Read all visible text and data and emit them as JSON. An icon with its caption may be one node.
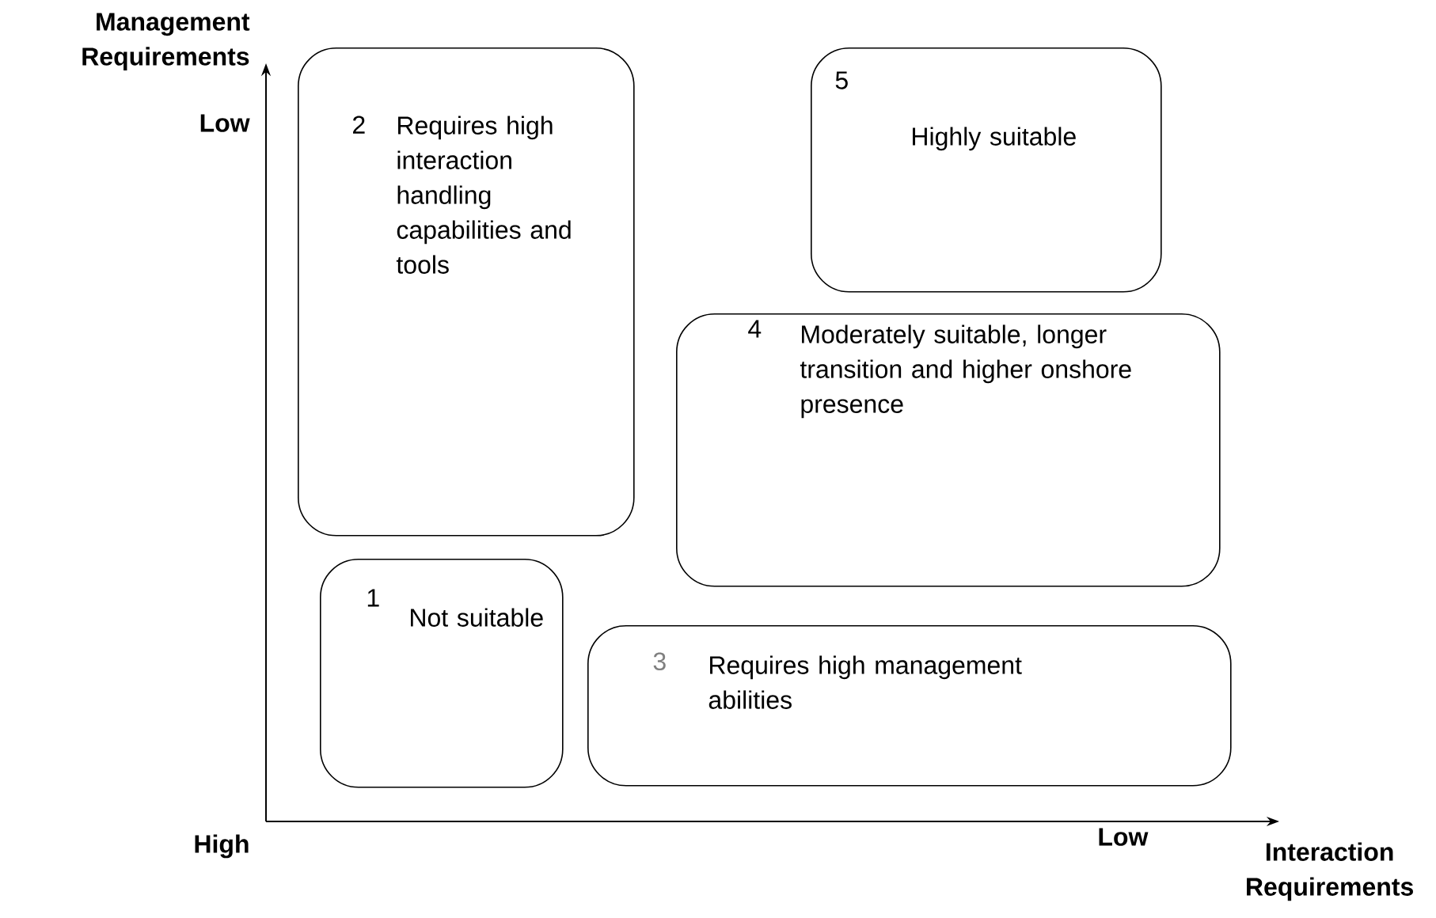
{
  "diagram": {
    "nodes": [
      {
        "text": [
          "2",
          "Requires high interaction handling capabilities and tools"
        ]
      },
      {
        "text": [
          "5",
          "Highly suitable"
        ]
      },
      {
        "text": [
          "4",
          "Moderately suitable, longer transition and higher onshore presence"
        ]
      },
      {
        "text": [
          "1",
          "Not suitable"
        ]
      },
      {
        "text": [
          "3",
          "Requires high management abilities"
        ]
      }
    ],
    "labels": [
      "Management Requirements",
      "Low",
      "High",
      "Low",
      "Interaction Requirements"
    ]
  }
}
